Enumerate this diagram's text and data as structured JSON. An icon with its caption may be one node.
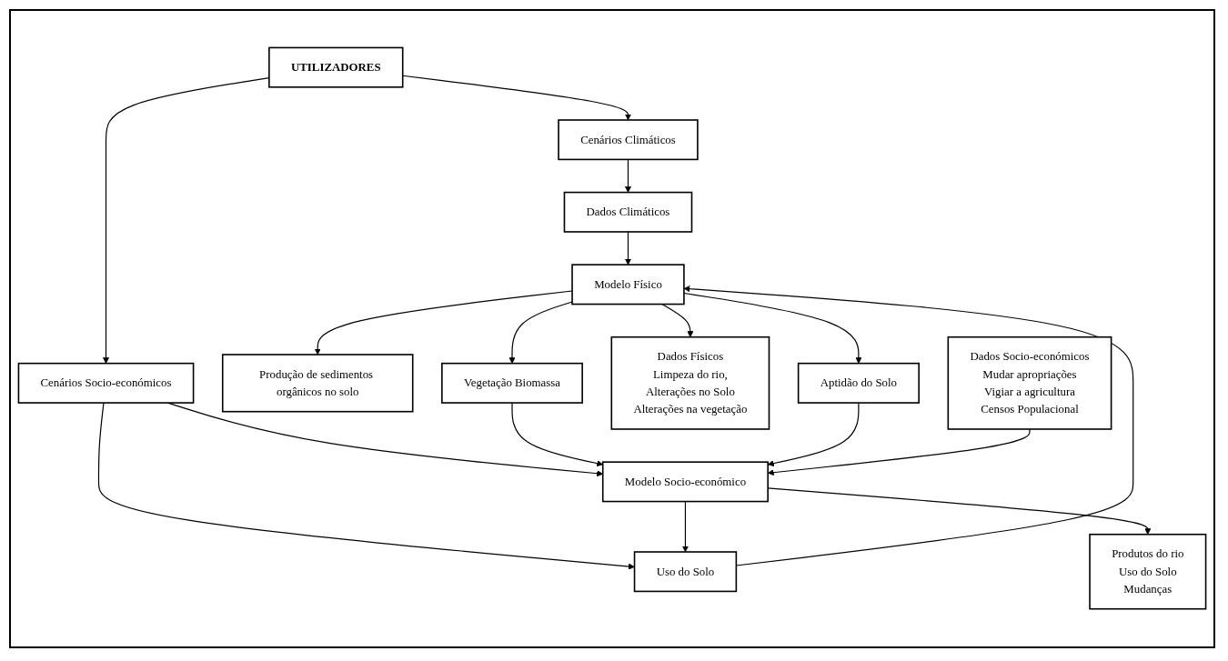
{
  "diagram": {
    "nodes": [
      {
        "text": [
          "UTILIZADORES"
        ]
      },
      {
        "text": [
          "Cenários Climáticos"
        ]
      },
      {
        "text": [
          "Cenários Socio-económicos"
        ]
      },
      {
        "text": [
          "Produção de sedimentos orgânicos no solo"
        ]
      },
      {
        "text": [
          "Dados Climáticos"
        ]
      },
      {
        "text": [
          "Uso do Solo"
        ]
      },
      {
        "text": [
          "Modelo Socio-económico"
        ]
      },
      {
        "text": [
          "Modelo Físico"
        ]
      },
      {
        "text": [
          "Vegetação Biomassa"
        ]
      },
      {
        "text": [
          "Produtos do rio",
          "Uso do Solo",
          "Mudanças"
        ]
      },
      {
        "text": [
          "Dados Físicos",
          "Limpeza do rio,",
          "Alterações no Solo",
          "Alterações na vegetação"
        ]
      },
      {
        "text": [
          "Aptidão do Solo"
        ]
      },
      {
        "text": [
          "Dados Socio-económicos",
          "Mudar apropriações",
          "Vigiar a agricultura",
          "Censos Populacional"
        ]
      }
    ],
    "edges": [
      {
        "from": 0,
        "to": 1,
        "arrow": "to"
      },
      {
        "from": 0,
        "to": 2,
        "arrow": "to"
      },
      {
        "from": 1,
        "to": 4,
        "arrow": "to"
      },
      {
        "from": 2,
        "to": 5,
        "arrow": "to"
      },
      {
        "from": 2,
        "to": 6,
        "arrow": "to"
      },
      {
        "from": 6,
        "to": 5,
        "arrow": "to"
      },
      {
        "from": 4,
        "to": 7,
        "arrow": "to"
      },
      {
        "from": 5,
        "to": 7,
        "arrow": "to"
      },
      {
        "from": 7,
        "to": 3,
        "arrow": "to"
      },
      {
        "from": 7,
        "to": 8,
        "arrow": "to"
      },
      {
        "from": 7,
        "to": 11,
        "arrow": "to"
      },
      {
        "from": 7,
        "to": 10,
        "arrow": "to"
      },
      {
        "from": 8,
        "to": 6,
        "arrow": "to"
      },
      {
        "from": 11,
        "to": 6,
        "arrow": "to"
      },
      {
        "from": 12,
        "to": 6,
        "arrow": "to"
      },
      {
        "from": 6,
        "to": 9,
        "arrow": "to"
      }
    ]
  }
}
